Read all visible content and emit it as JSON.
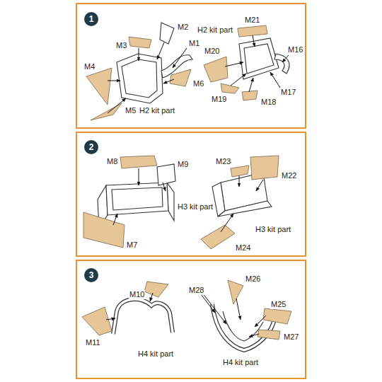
{
  "diagram": {
    "nodes": [
      {
        "text": [
          "1"
        ]
      },
      {
        "text": [
          "2"
        ]
      },
      {
        "text": [
          "3"
        ]
      }
    ],
    "labels": [
      "M3",
      "M2",
      "M1",
      "M4",
      "H2 kit part",
      "M6",
      "M5",
      "M21",
      "H2 kit part",
      "M20",
      "M16",
      "M19",
      "M18",
      "M17",
      "M8",
      "M9",
      "H3 kit part",
      "M7",
      "M23",
      "M22",
      "H3 kit part",
      "M24",
      "M10",
      "M11",
      "H4 kit part",
      "M26",
      "M28",
      "M25",
      "M27",
      "H4 kit part"
    ]
  }
}
